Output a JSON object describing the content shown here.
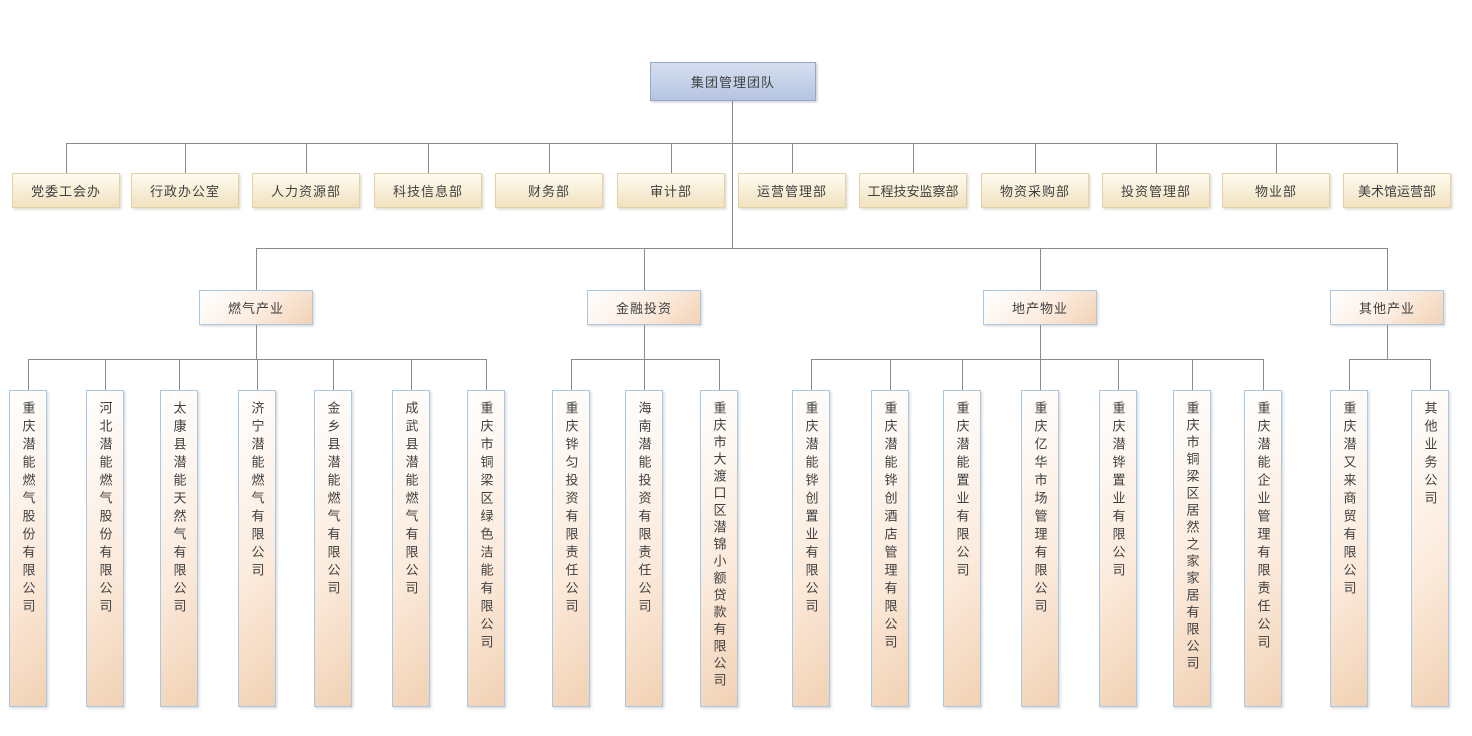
{
  "root": {
    "label": "集团管理团队"
  },
  "departments": [
    "党委工会办",
    "行政办公室",
    "人力资源部",
    "科技信息部",
    "财务部",
    "审计部",
    "运营管理部",
    "工程技安监察部",
    "物资采购部",
    "投资管理部",
    "物业部",
    "美术馆运营部"
  ],
  "groups": [
    {
      "label": "燃气产业",
      "companies": [
        "重庆潜能燃气股份有限公司",
        "河北潜能燃气股份有限公司",
        "太康县潜能天然气有限公司",
        "济宁潜能燃气有限公司",
        "金乡县潜能燃气有限公司",
        "成武县潜能燃气有限公司",
        "重庆市铜梁区绿色洁能有限公司"
      ]
    },
    {
      "label": "金融投资",
      "companies": [
        "重庆铧匀投资有限责任公司",
        "海南潜能投资有限责任公司",
        "重庆市大渡口区潜锦小额贷款有限公司"
      ]
    },
    {
      "label": "地产物业",
      "companies": [
        "重庆潜能铧创置业有限公司",
        "重庆潜能铧创酒店管理有限公司",
        "重庆潜能置业有限公司",
        "重庆亿华市场管理有限公司",
        "重庆潜铧置业有限公司",
        "重庆市铜梁区居然之家家居有限公司",
        "重庆潜能企业管理有限责任公司"
      ]
    },
    {
      "label": "其他产业",
      "companies": [
        "重庆潜又来商贸有限公司",
        "其他业务公司"
      ]
    }
  ],
  "colors": {
    "root_fill_top": "#d6dff0",
    "root_fill_bottom": "#b5c4e1",
    "root_border": "#94a7cd",
    "dept_fill_top": "#fefbf0",
    "dept_fill_bottom": "#f1e2bf",
    "dept_border": "#e3d2a4",
    "peach_fill": "#f1d1b3",
    "peach_border": "#a9c8e4",
    "connector": "#8a8a8a",
    "text": "#404040"
  }
}
